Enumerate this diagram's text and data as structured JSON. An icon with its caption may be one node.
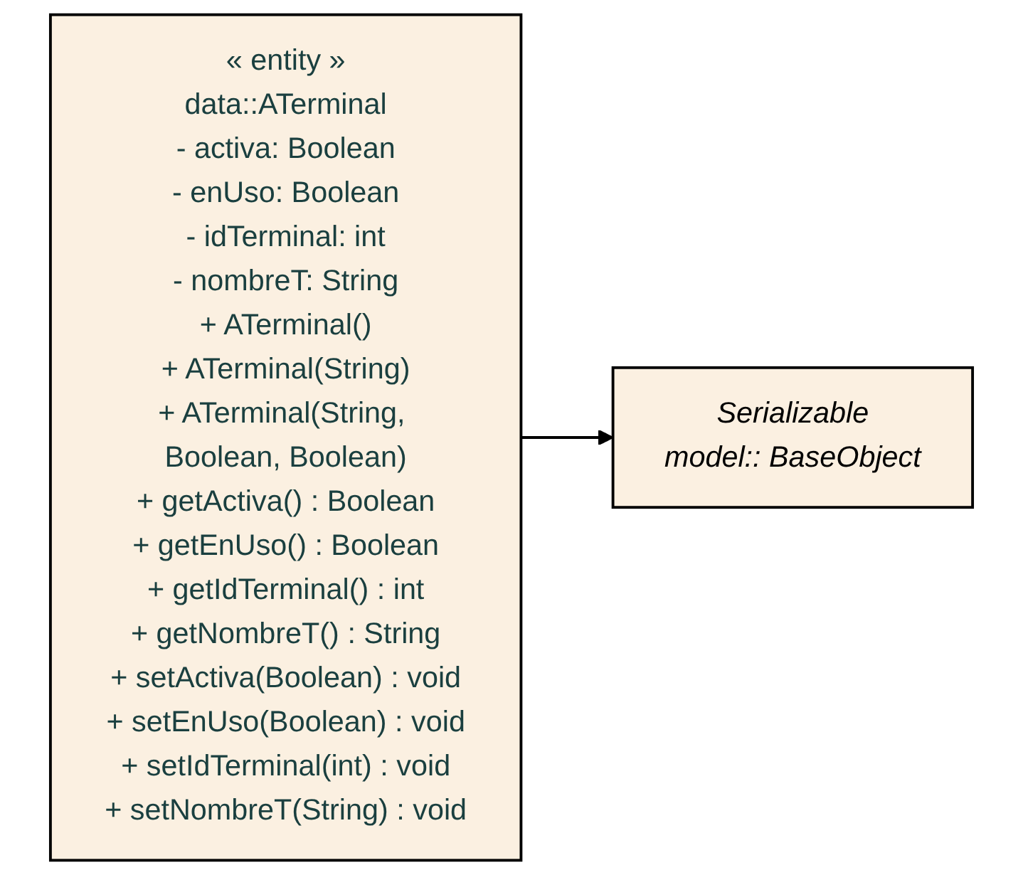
{
  "diagram": {
    "nodes": [
      {
        "text": [
          "« entity »",
          "data::ATerminal",
          "- activa: Boolean",
          "- enUso: Boolean",
          "- idTerminal: int",
          "- nombreT: String",
          "+ ATerminal()",
          "+ ATerminal(String)",
          "+ ATerminal(String, Boolean, Boolean)",
          "+ getActiva() : Boolean",
          "+ getEnUso() : Boolean",
          "+ getIdTerminal() : int",
          "+ getNombreT() : String",
          "+ setActiva(Boolean) : void",
          "+ setEnUso(Boolean) : void",
          "+ setIdTerminal(int) : void",
          "+ setNombreT(String) : void"
        ]
      },
      {
        "text": [
          "Serializable",
          "model:: BaseObject"
        ]
      }
    ],
    "edges": [
      {
        "from": 0,
        "to": 1,
        "arrow": "to"
      }
    ]
  }
}
